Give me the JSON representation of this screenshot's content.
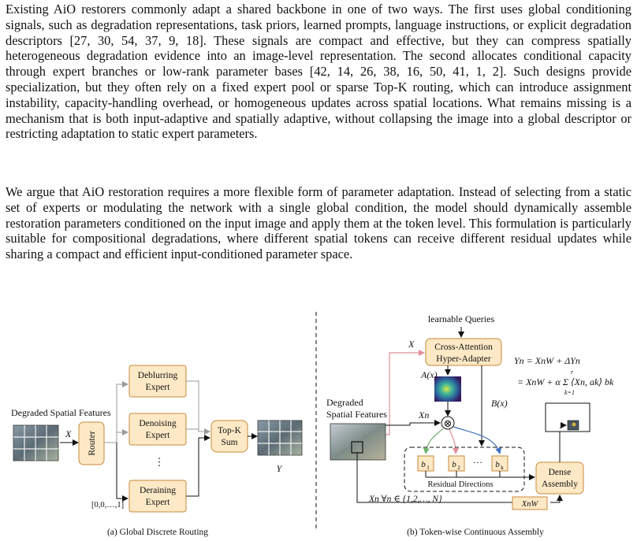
{
  "paragraphs": [
    "Existing AiO restorers commonly adapt a shared backbone in one of two ways. The first uses global conditioning signals, such as degradation representations, task priors, learned prompts, language instructions, or explicit degradation descriptors [27, 30, 54, 37, 9, 18]. These signals are compact and effective, but they can compress spatially heterogeneous degradation evidence into an image-level representation. The second allocates conditional capacity through expert branches or low-rank parameter bases [42, 14, 26, 38, 16, 50, 41, 1, 2]. Such designs provide specialization, but they often rely on a fixed expert pool or sparse Top-K routing, which can introduce assignment instability, capacity-handling overhead, or homogeneous updates across spatial locations. What remains missing is a mechanism that is both input-adaptive and spatially adaptive, without collapsing the image into a global descriptor or restricting adaptation to static expert parameters.",
    "We argue that AiO restoration requires a more flexible form of parameter adaptation. Instead of selecting from a static set of experts or modulating the network with a single global condition, the model should dynamically assemble restoration parameters conditioned on the input image and apply them at the token level. This formulation is particularly suitable for compositional degradations, where different spatial tokens can receive different residual updates while sharing a compact and efficient input-conditioned parameter space."
  ],
  "figure": {
    "left": {
      "input_label": "Degraded Spatial Features",
      "x_label": "X",
      "router_label": "Router",
      "experts": [
        "Deblurring Expert",
        "Denoising Expert",
        "Deraining Expert"
      ],
      "ellipsis": "⋮",
      "routing_vector": "[0,0,…,1]",
      "topk_label": "Top-K Sum",
      "y_label": "Y",
      "caption": "(a) Global Discrete Routing"
    },
    "right": {
      "queries_label": "learnable Queries",
      "x_label": "X",
      "hyper_adapter_label": "Cross-Attention Hyper-Adapter",
      "ax_label": "A(x)",
      "bx_label": "B(x)",
      "input_label": "Degraded Spatial Features",
      "xn_label": "Xn",
      "otimes": "⊗",
      "bases": [
        "b1",
        "b2",
        "bk"
      ],
      "bases_ellipsis": "···",
      "residual_label": "Residual Directions",
      "assembly_label": "Dense Assembly",
      "xnw_label": "XnW",
      "forall_label": "Xn  ∀n ∈ {1,2,…, N}",
      "eq_line1": "Yn = XnW + ΔYn",
      "eq_line2": "= XnW + α Σ ⟨Xn, ak⟩ bk",
      "eq_sum_top": "r",
      "eq_sum_bottom": "k=1",
      "caption": "(b) Token-wise Continuous Assembly"
    },
    "colors": {
      "box_fill": "#fde9c6",
      "box_stroke": "#c8893a",
      "pink_arrow": "#e08f9a",
      "green_arrow": "#6fb26f",
      "blue_arrow": "#3f6fc0",
      "gray_arrow": "#9a9a9a"
    }
  }
}
